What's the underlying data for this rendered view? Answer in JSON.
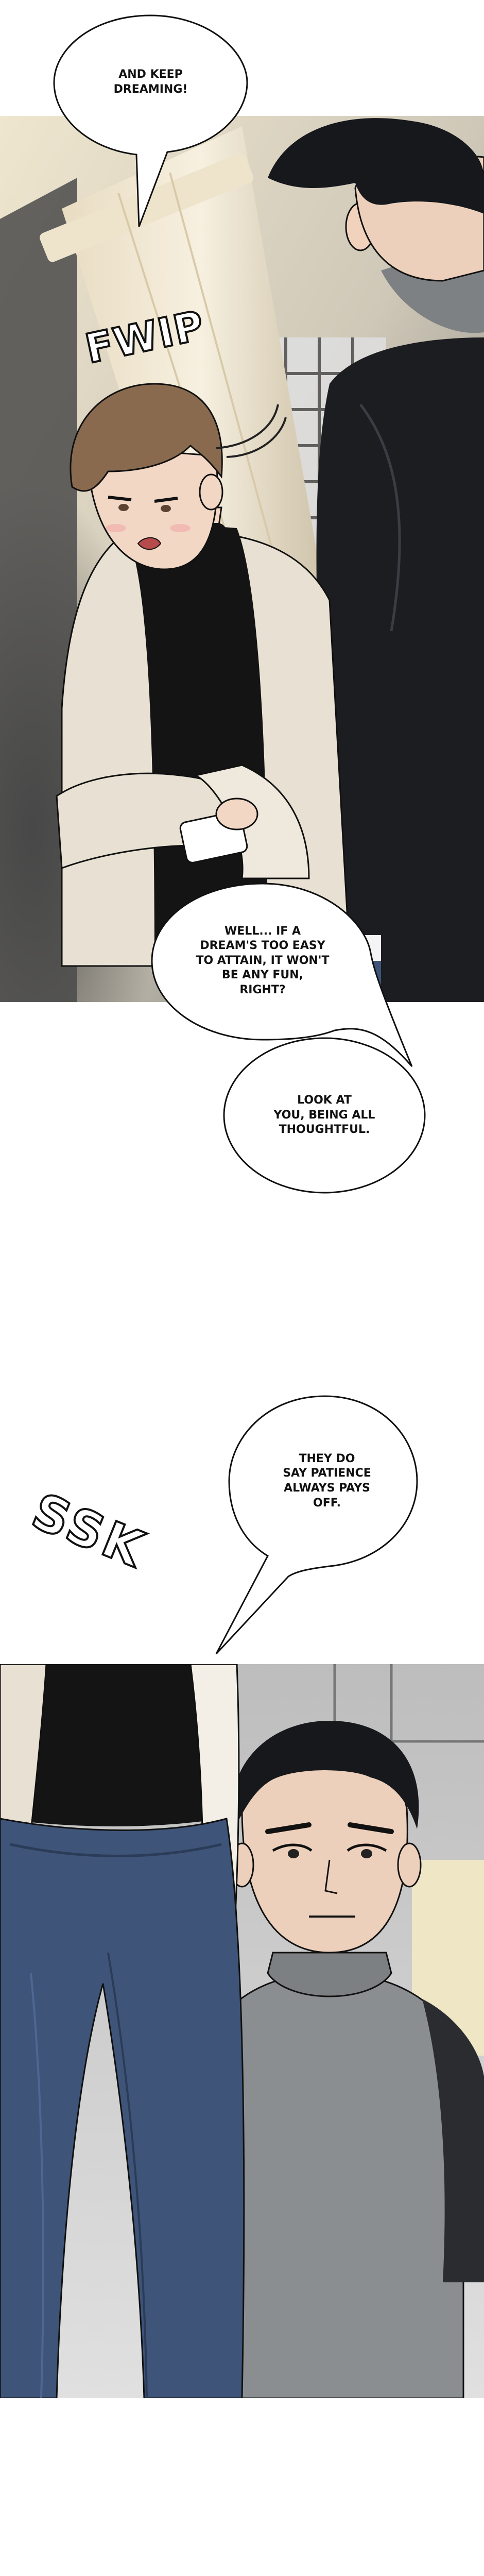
{
  "bubbles": {
    "dreaming": "AND KEEP\nDREAMING!",
    "dream_easy": "WELL... IF A\nDREAM'S TOO EASY\nTO ATTAIN, IT WON'T\nBE ANY FUN,\nRIGHT?",
    "thoughtful": "LOOK AT\nYOU, BEING ALL\nTHOUGHTFUL.",
    "patience": "THEY DO\nSAY PATIENCE\nALWAYS PAYS\nOFF."
  },
  "sfx": {
    "fwip": "FWIP",
    "ssk": "SSK"
  },
  "colors": {
    "ink": "#111111",
    "jacket_cream": "#e8e1d3",
    "black_shirt": "#141414",
    "dark_suit": "#1b1d21",
    "gray_sweater": "#8b8e91",
    "jeans": "#3e5479",
    "hair_brown": "#8a6a4e",
    "skin": "#f2d7c4"
  }
}
